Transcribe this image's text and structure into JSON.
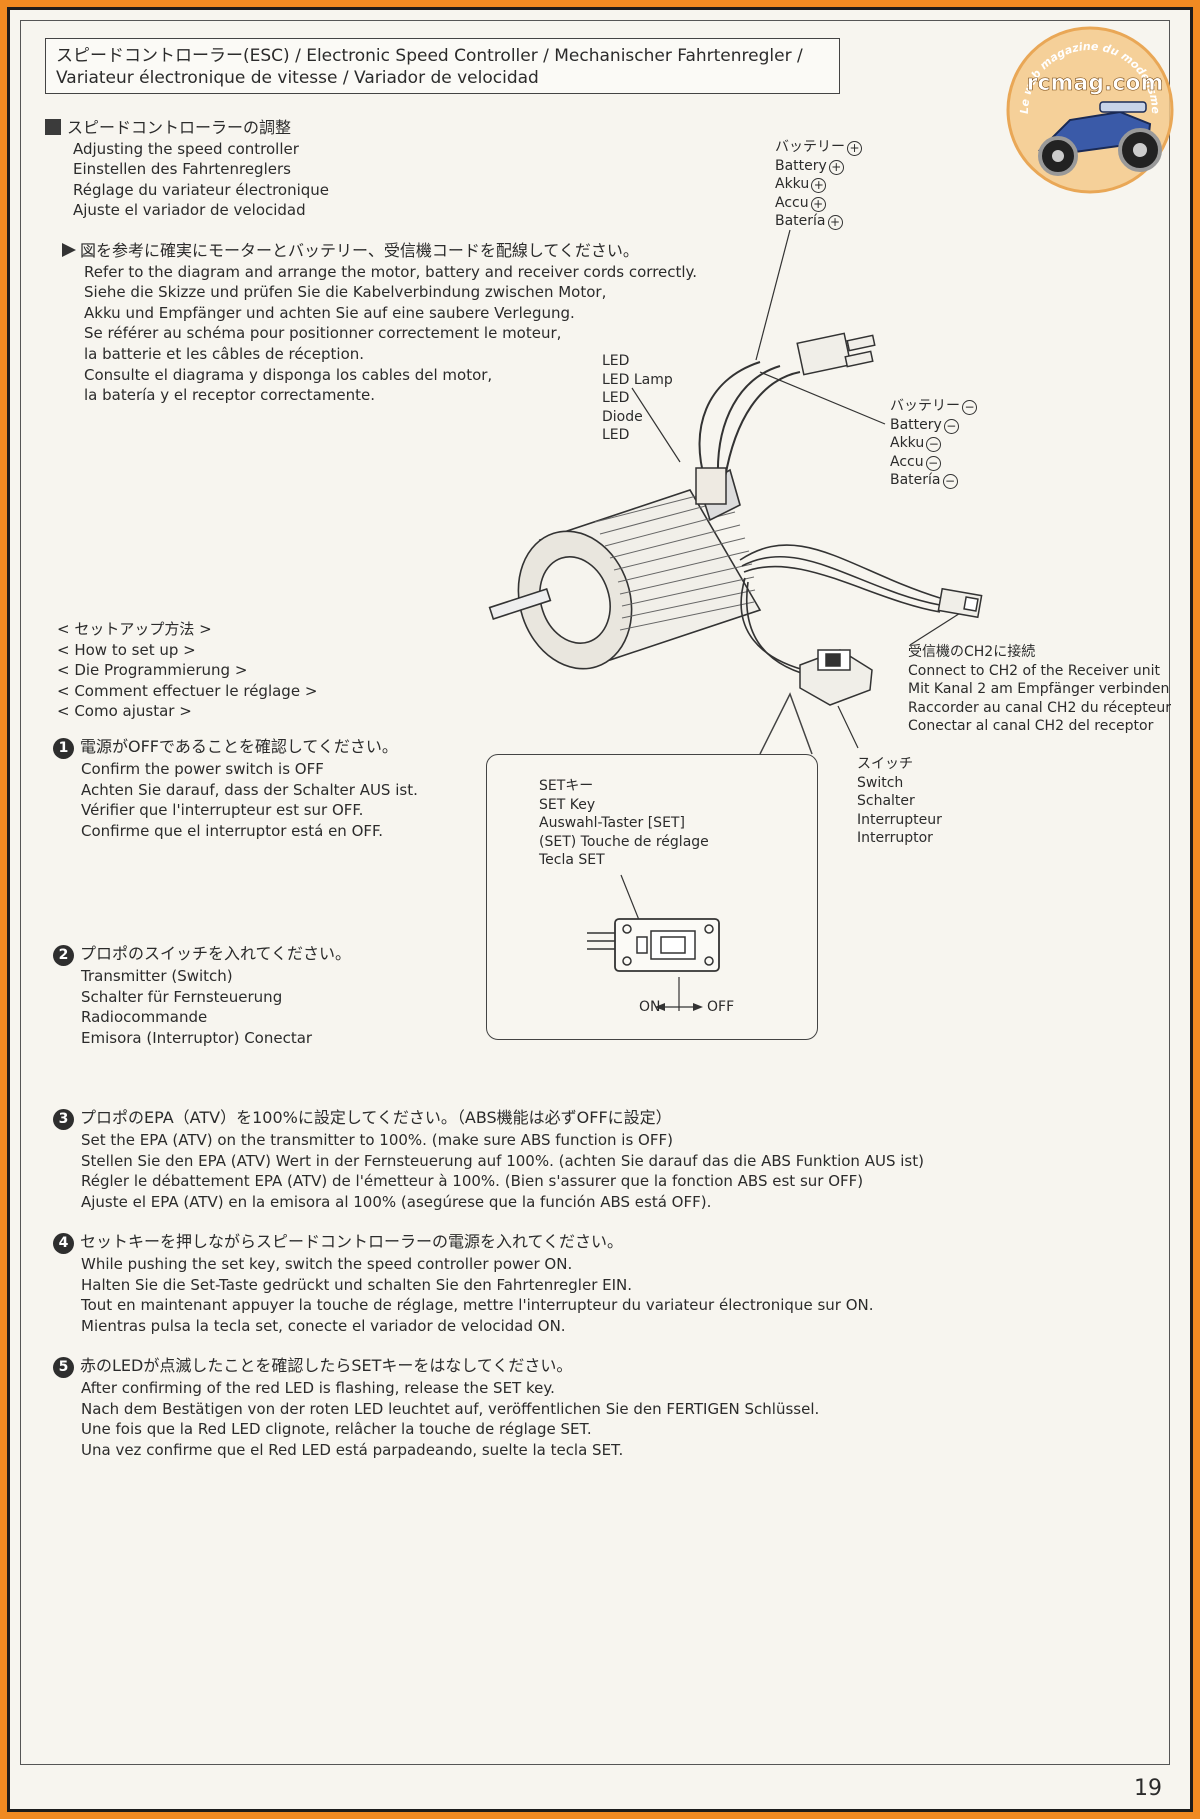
{
  "header": {
    "title_line1": "スピードコントローラー(ESC) / Electronic Speed Controller / Mechanischer Fahrtenregler /",
    "title_line2": "Variateur électronique de vitesse  / Variador de velocidad"
  },
  "logo": {
    "brand": "rcmag.com",
    "tagline": "Le web magazine du modelisme"
  },
  "adjust": {
    "heading_jp": "スピードコントローラーの調整",
    "lines": [
      "Adjusting the speed controller",
      "Einstellen des Fahrtenreglers",
      "Réglage du variateur électronique",
      "Ajuste el variador de velocidad"
    ]
  },
  "wiring_note": {
    "jp": "図を参考に確実にモーターとバッテリー、受信機コードを配線してください。",
    "lines": [
      "Refer to the diagram and arrange the motor, battery and receiver cords correctly.",
      "Siehe die Skizze und prüfen Sie die Kabelverbindung  zwischen Motor,",
      " Akku und Empfänger und achten Sie auf eine saubere Verlegung.",
      "Se référer au schéma pour positionner correctement le moteur,",
      " la batterie et les câbles de réception.",
      "Consulte el diagrama y disponga los cables del motor,",
      " la batería y el receptor correctamente."
    ]
  },
  "labels": {
    "battery_plus": {
      "jp": "バッテリー",
      "items": [
        "Battery",
        "Akku",
        "Accu",
        "Batería"
      ],
      "sign": "+"
    },
    "battery_minus": {
      "jp": "バッテリー",
      "items": [
        "Battery",
        "Akku",
        "Accu",
        "Batería"
      ],
      "sign": "−"
    },
    "led": [
      "LED",
      "LED Lamp",
      "LED",
      "Diode",
      "LED"
    ],
    "receiver": [
      "受信機のCH2に接続",
      "Connect to CH2 of the Receiver unit",
      "Mit Kanal 2 am Empfänger verbinden",
      "Raccorder au canal CH2 du récepteur",
      "Conectar al canal CH2 del receptor"
    ],
    "switch": [
      "スイッチ",
      "Switch",
      "Schalter",
      "Interrupteur",
      "Interruptor"
    ],
    "set_key": [
      "SETキー",
      "SET Key",
      "Auswahl-Taster [SET]",
      "(SET) Touche de réglage",
      "Tecla SET"
    ],
    "on": "ON",
    "off": "OFF"
  },
  "setup": {
    "lines": [
      "< セットアップ方法 >",
      "< How to set up  >",
      "< Die Programmierung  >",
      "< Comment effectuer le réglage  >",
      "< Como ajustar >"
    ]
  },
  "steps": [
    {
      "num": "1",
      "jp": "電源がOFFであることを確認してください。",
      "lines": [
        "Confirm the power switch is OFF",
        "Achten Sie darauf, dass der Schalter AUS ist.",
        "Vérifier que l'interrupteur est sur OFF.",
        "Confirme que el interruptor está en OFF."
      ]
    },
    {
      "num": "2",
      "jp": "プロポのスイッチを入れてください。",
      "lines": [
        "Transmitter (Switch)",
        "Schalter für Fernsteuerung",
        "Radiocommande",
        "Emisora (Interruptor) Conectar"
      ]
    },
    {
      "num": "3",
      "jp": "プロポのEPA（ATV）を100%に設定してください。（ABS機能は必ずOFFに設定）",
      "lines": [
        "Set the EPA (ATV) on the transmitter to 100%. (make sure ABS function is OFF)",
        "Stellen Sie den EPA (ATV) Wert in der Fernsteuerung auf 100%. (achten Sie darauf das die ABS Funktion AUS ist)",
        "Régler le débattement EPA (ATV) de l'émetteur à 100%. (Bien s'assurer que la fonction ABS est sur OFF)",
        "Ajuste el EPA (ATV) en la emisora al 100% (asegúrese que la función ABS está OFF)."
      ]
    },
    {
      "num": "4",
      "jp": "セットキーを押しながらスピードコントローラーの電源を入れてください。",
      "lines": [
        "While pushing the set key, switch the speed controller power ON.",
        "Halten Sie die Set-Taste gedrückt und schalten Sie den Fahrtenregler EIN.",
        "Tout en maintenant appuyer la touche de réglage, mettre l'interrupteur du variateur électronique sur ON.",
        "Mientras pulsa la tecla set, conecte el variador de velocidad ON."
      ]
    },
    {
      "num": "5",
      "jp": "赤のLEDが点滅したことを確認したらSETキーをはなしてください。",
      "lines": [
        "After confirming of the red LED is flashing, release the SET key.",
        "Nach dem Bestätigen von der roten LED leuchtet auf, veröffentlichen Sie den FERTIGEN Schlüssel.",
        "Une fois que la Red LED clignote, relâcher la touche de réglage SET.",
        "Una vez confirme que el Red LED está parpadeando, suelte la tecla SET."
      ]
    }
  ],
  "footer": {
    "page_number": "19"
  }
}
